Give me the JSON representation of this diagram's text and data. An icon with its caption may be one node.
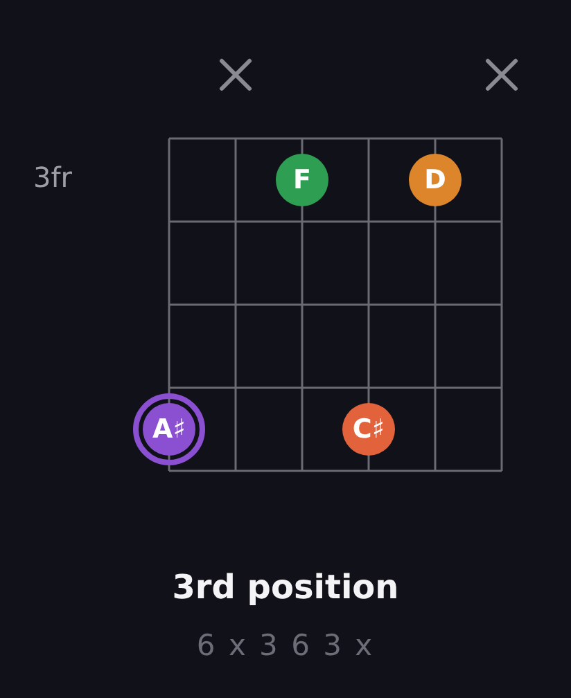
{
  "diagram": {
    "title": "3rd position",
    "caption": "6 x 3 6 3 x",
    "nodes": [
      {
        "text": [
          "F"
        ]
      },
      {
        "text": [
          "D"
        ]
      },
      {
        "text": [
          "A♯"
        ]
      },
      {
        "text": [
          "C♯"
        ]
      }
    ],
    "labels": [
      "3fr"
    ]
  }
}
